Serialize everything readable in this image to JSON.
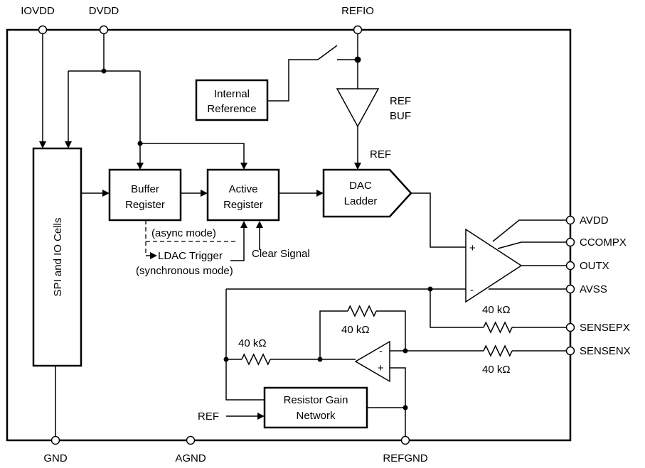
{
  "pins": {
    "iovdd": "IOVDD",
    "dvdd": "DVDD",
    "refio": "REFIO",
    "gnd": "GND",
    "agnd": "AGND",
    "refgnd": "REFGND",
    "avdd": "AVDD",
    "ccompx": "CCOMPX",
    "outx": "OUTX",
    "avss": "AVSS",
    "sensepx": "SENSEPX",
    "sensenx": "SENSENX"
  },
  "blocks": {
    "internal_reference": [
      "Internal",
      "Reference"
    ],
    "spi_io": "SPI and IO Cells",
    "buffer_register": [
      "Buffer",
      "Register"
    ],
    "active_register": [
      "Active",
      "Register"
    ],
    "dac_ladder": [
      "DAC",
      "Ladder"
    ],
    "resistor_gain_network": [
      "Resistor Gain",
      "Network"
    ]
  },
  "labels": {
    "ref_buf": [
      "REF",
      "BUF"
    ],
    "ref": "REF",
    "ref_in": "REF",
    "async_mode": "(async mode)",
    "ldac_trigger": "LDAC Trigger",
    "synchronous_mode": "(synchronous mode)",
    "clear_signal": "Clear Signal",
    "plus": "+",
    "minus": "-",
    "r_feedback": "40 kΩ",
    "r_input": "40 kΩ",
    "r_sensep": "40 kΩ",
    "r_sensen": "40 kΩ"
  }
}
